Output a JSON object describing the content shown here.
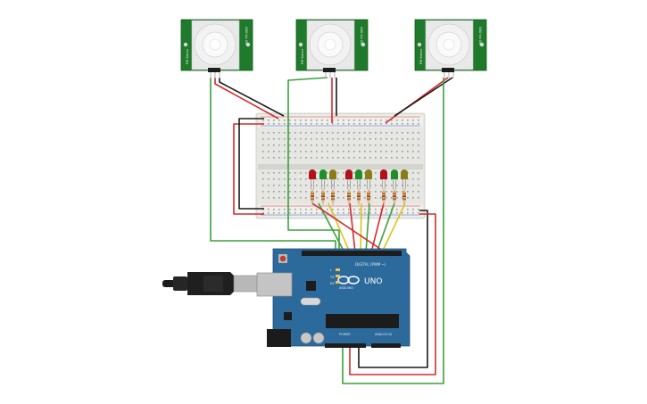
{
  "pir_sensors": [
    {
      "side_label": "PIR Sensor",
      "pin_label": "GND  Vcc  OUT"
    },
    {
      "side_label": "PIR Sensor",
      "pin_label": "GND  Vcc  OUT"
    },
    {
      "side_label": "PIR Sensor",
      "pin_label": "GND  Vcc  OUT"
    }
  ],
  "arduino": {
    "model_label": "UNO",
    "brand_label": "ARDUINO",
    "digital_header_label": "DIGITAL (PWM ~)",
    "power_label": "POWER",
    "analog_label": "ANALOG IN",
    "tx_label": "TX",
    "rx_label": "RX",
    "l_label": "L"
  },
  "led_colors": [
    "red",
    "green",
    "olive",
    "red",
    "green",
    "olive",
    "red",
    "green",
    "olive"
  ],
  "colors": {
    "wire_red": "#d42a2a",
    "wire_black": "#1a1a1a",
    "wire_green": "#3aa13a",
    "wire_yellow": "#e0c21a",
    "arduino_blue": "#2c6a9c",
    "pir_board": "#1f7a2b",
    "breadboard": "#e8e8e4"
  }
}
